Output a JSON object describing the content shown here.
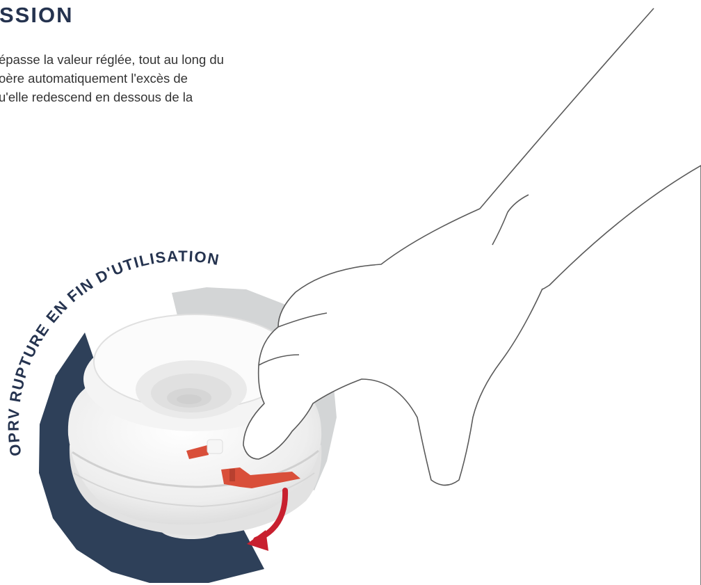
{
  "heading": {
    "text": "SSION"
  },
  "description": {
    "lines": [
      "épasse la valeur réglée, tout au long du",
      "oère automatiquement l'excès de",
      "u'elle redescend en dessous de la"
    ]
  },
  "illustration": {
    "arc_label": "OPRV RUPTURE EN FIN D'UTILISATION",
    "colors": {
      "navy": "#2e4059",
      "grey_band": "#d3d5d6",
      "red_handle": "#d94f3a",
      "arrow": "#c8202f",
      "hand_outline": "#5a5a5a",
      "valve_body": "#f2f2f2"
    }
  }
}
